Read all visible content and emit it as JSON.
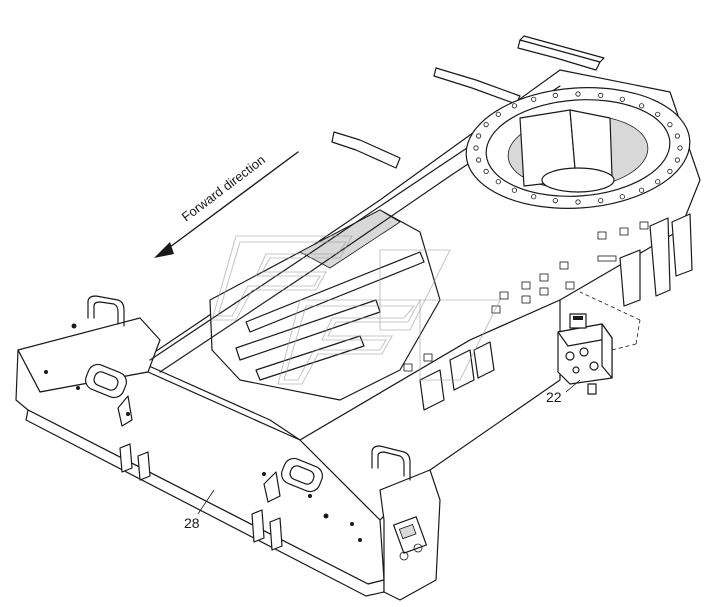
{
  "annotation": {
    "direction_text": "Forward direction"
  },
  "callouts": [
    {
      "id": "callout-22",
      "text": "22"
    },
    {
      "id": "callout-28",
      "text": "28"
    }
  ],
  "colors": {
    "line": "#1a1a1a",
    "background": "#ffffff",
    "watermark": "#9a9a9a"
  }
}
